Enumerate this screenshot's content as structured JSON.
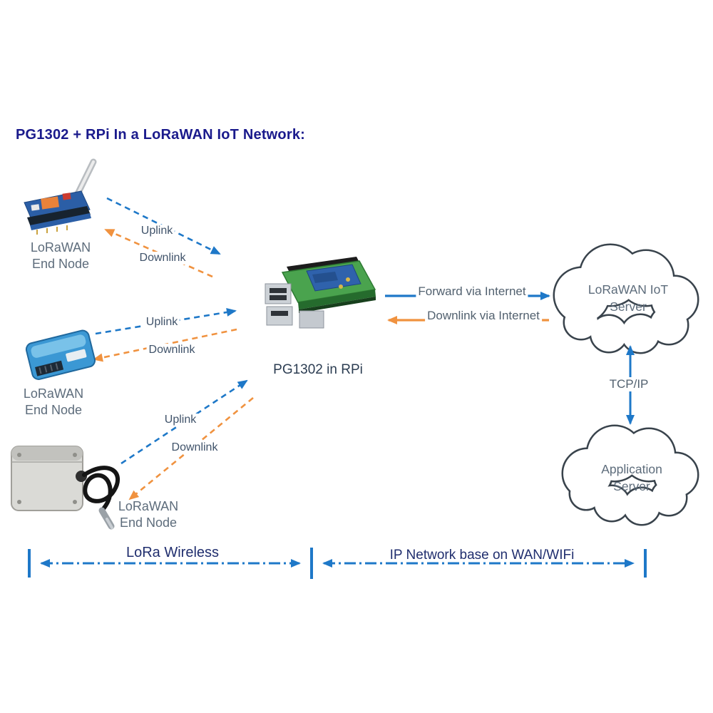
{
  "title": "PG1302 + RPi In a LoRaWAN IoT Network:",
  "end_nodes": [
    {
      "line1": "LoRaWAN",
      "line2": "End Node"
    },
    {
      "line1": "LoRaWAN",
      "line2": "End Node"
    },
    {
      "line1": "LoRaWAN",
      "line2": "End Node"
    }
  ],
  "gateway_label": "PG1302 in RPi",
  "clouds": {
    "iot_server": {
      "line1": "LoRaWAN IoT",
      "line2": "Server"
    },
    "app_server": {
      "line1": "Application",
      "line2": "Server"
    }
  },
  "links": {
    "uplink_1": "Uplink",
    "downlink_1": "Downlink",
    "uplink_2": "Uplink",
    "downlink_2": "Downlink",
    "uplink_3": "Uplink",
    "downlink_3": "Downlink",
    "forward_internet": "Forward via Internet",
    "downlink_internet": "Downlink via Internet",
    "tcp_ip": "TCP/IP"
  },
  "spans": {
    "lora": "LoRa Wireless",
    "ip": "IP Network base on WAN/WIFi"
  },
  "colors": {
    "title_navy": "#1a1a8c",
    "uplink_blue": "#1e78c8",
    "downlink_orange": "#f0923f",
    "label_gray": "#5d6c7b",
    "cloud_outline": "#39434c"
  }
}
